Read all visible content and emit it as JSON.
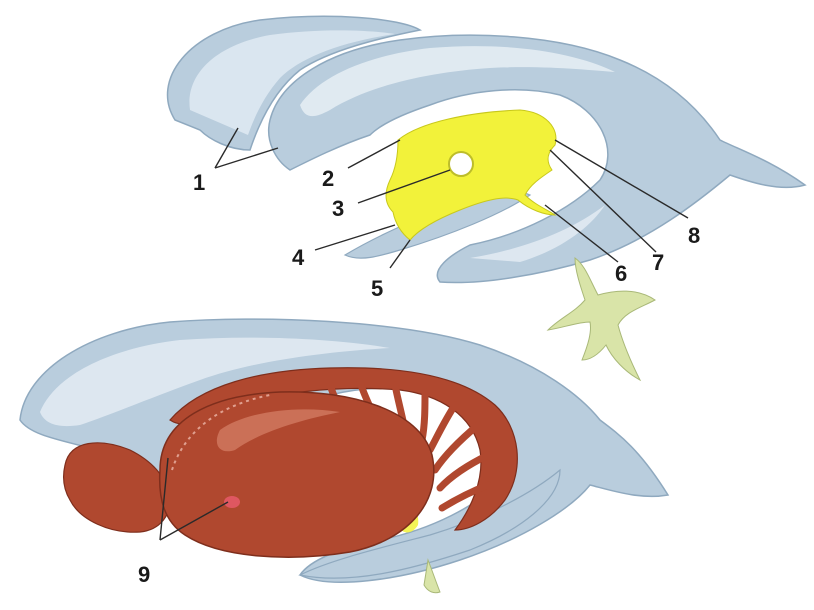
{
  "labels": {
    "l1": "1",
    "l2": "2",
    "l3": "3",
    "l4": "4",
    "l5": "5",
    "l6": "6",
    "l7": "7",
    "l8": "8",
    "l9": "9"
  },
  "colors": {
    "ventricle_blue": "#b9cddd",
    "ventricle_highlight": "#e6eef5",
    "ventricle_shadow": "#8fa9bf",
    "third_ventricle_yellow": "#f2f23a",
    "thalamus_red": "#b0482f",
    "thalamus_highlight": "#d27a62",
    "pituitary_green": "#d9e4a8"
  }
}
